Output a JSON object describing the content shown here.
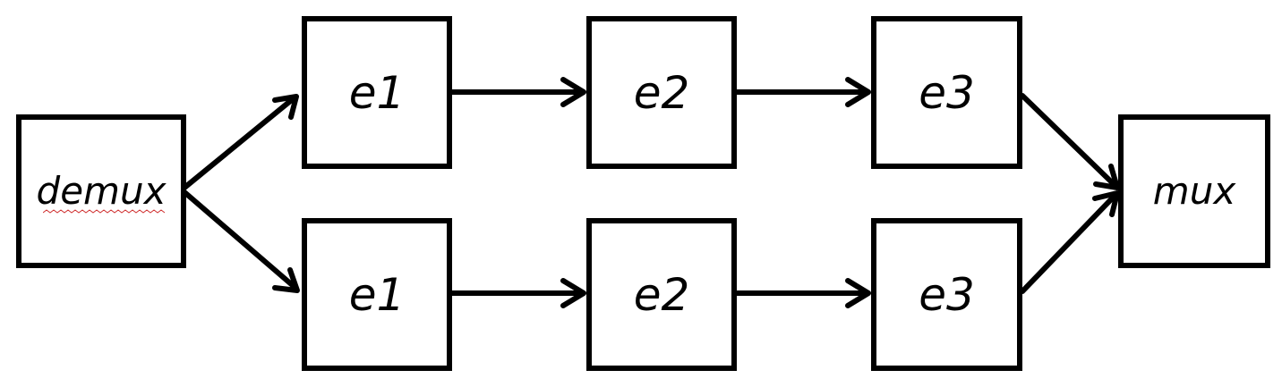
{
  "diagram": {
    "nodes": [
      {
        "id": "demux",
        "label": "demux"
      },
      {
        "id": "e1_top",
        "label": "e1"
      },
      {
        "id": "e2_top",
        "label": "e2"
      },
      {
        "id": "e3_top",
        "label": "e3"
      },
      {
        "id": "e1_bottom",
        "label": "e1"
      },
      {
        "id": "e2_bottom",
        "label": "e2"
      },
      {
        "id": "e3_bottom",
        "label": "e3"
      },
      {
        "id": "mux",
        "label": "mux"
      }
    ],
    "edges": [
      {
        "from": "demux",
        "to": "e1_top"
      },
      {
        "from": "e1_top",
        "to": "e2_top"
      },
      {
        "from": "e2_top",
        "to": "e3_top"
      },
      {
        "from": "e3_top",
        "to": "mux"
      },
      {
        "from": "demux",
        "to": "e1_bottom"
      },
      {
        "from": "e1_bottom",
        "to": "e2_bottom"
      },
      {
        "from": "e2_bottom",
        "to": "e3_bottom"
      },
      {
        "from": "e3_bottom",
        "to": "mux"
      }
    ],
    "colors": {
      "stroke": "#000000",
      "background": "#ffffff",
      "spellcheck_underline": "#d03030"
    }
  }
}
